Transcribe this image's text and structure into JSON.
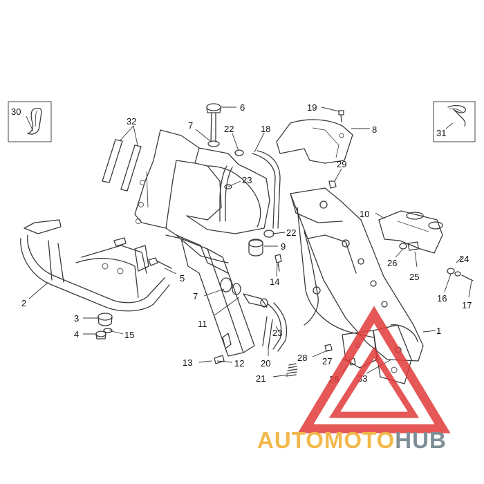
{
  "diagram": {
    "callouts": [
      {
        "id": "c1",
        "text": "1"
      },
      {
        "id": "c2",
        "text": "2"
      },
      {
        "id": "c3",
        "text": "3"
      },
      {
        "id": "c4",
        "text": "4"
      },
      {
        "id": "c5",
        "text": "5"
      },
      {
        "id": "c6",
        "text": "6"
      },
      {
        "id": "c7a",
        "text": "7"
      },
      {
        "id": "c7b",
        "text": "7"
      },
      {
        "id": "c8",
        "text": "8"
      },
      {
        "id": "c9",
        "text": "9"
      },
      {
        "id": "c10",
        "text": "10"
      },
      {
        "id": "c11",
        "text": "11"
      },
      {
        "id": "c12",
        "text": "12"
      },
      {
        "id": "c13",
        "text": "13"
      },
      {
        "id": "c14",
        "text": "14"
      },
      {
        "id": "c15",
        "text": "15"
      },
      {
        "id": "c16",
        "text": "16"
      },
      {
        "id": "c17",
        "text": "17"
      },
      {
        "id": "c18",
        "text": "18"
      },
      {
        "id": "c19",
        "text": "19"
      },
      {
        "id": "c20",
        "text": "20"
      },
      {
        "id": "c21",
        "text": "21"
      },
      {
        "id": "c22a",
        "text": "22"
      },
      {
        "id": "c22b",
        "text": "22"
      },
      {
        "id": "c23a",
        "text": "23"
      },
      {
        "id": "c23b",
        "text": "23"
      },
      {
        "id": "c24",
        "text": "24"
      },
      {
        "id": "c25",
        "text": "25"
      },
      {
        "id": "c26",
        "text": "26"
      },
      {
        "id": "c27",
        "text": "27"
      },
      {
        "id": "c28a",
        "text": "28"
      },
      {
        "id": "c28b",
        "text": "28"
      },
      {
        "id": "c29",
        "text": "29"
      },
      {
        "id": "c30",
        "text": "30"
      },
      {
        "id": "c31",
        "text": "31"
      },
      {
        "id": "c32",
        "text": "32"
      },
      {
        "id": "c33",
        "text": "33"
      }
    ]
  },
  "watermark": {
    "part1": "AUTOMOTO",
    "part2": "HUB",
    "colors": {
      "triangle": "#e23a3a",
      "part1": "#f2b84b",
      "part2": "#7f8e96"
    }
  }
}
